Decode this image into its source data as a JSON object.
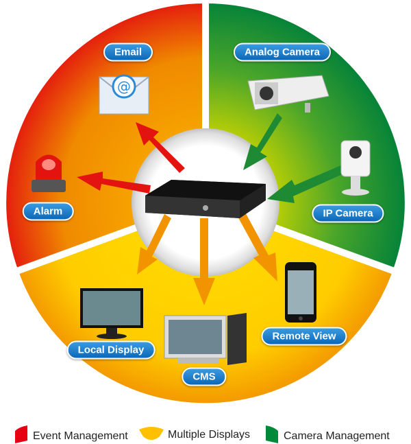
{
  "labels": {
    "email": "Email",
    "analog_camera": "Analog Camera",
    "alarm": "Alarm",
    "ip_camera": "IP Camera",
    "local_display": "Local Display",
    "cms": "CMS",
    "remote_view": "Remote View"
  },
  "legend": [
    {
      "label": "Event Management",
      "color": "#e60012"
    },
    {
      "label": "Multiple Displays",
      "color": "#ffc000"
    },
    {
      "label": "Camera Management",
      "color": "#008a3a"
    }
  ]
}
